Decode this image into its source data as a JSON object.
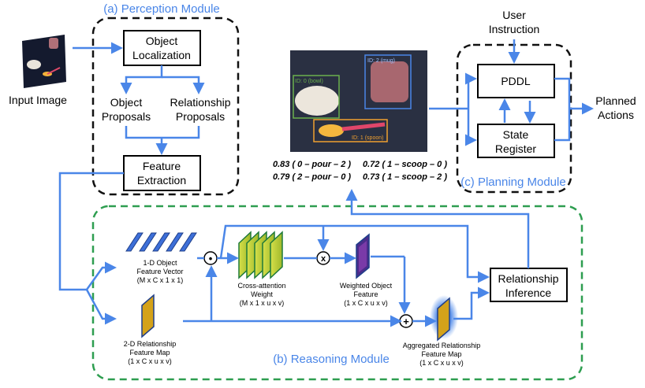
{
  "modules": {
    "perception": "(a) Perception Module",
    "reasoning": "(b) Reasoning Module",
    "planning": "(c) Planning Module"
  },
  "input_image_label": "Input Image",
  "perception": {
    "object_localization": [
      "Object",
      "Localization"
    ],
    "object_proposals": [
      "Object",
      "Proposals"
    ],
    "relationship_proposals": [
      "Relationship",
      "Proposals"
    ],
    "feature_extraction": [
      "Feature",
      "Extraction"
    ]
  },
  "detections": [
    {
      "label": "ID: 0 (bowl)",
      "color": "#6ab04c"
    },
    {
      "label": "ID: 2 (mug)",
      "color": "#4a86e8"
    },
    {
      "label": "ID: 1 (spoon)",
      "color": "#f0a030"
    }
  ],
  "scores": [
    "0.83 ( 0 – pour – 2 )",
    "0.72 ( 1 – scoop – 0 )",
    "0.79 ( 2 – pour – 0 )",
    "0.73 ( 1 – scoop – 2 )"
  ],
  "planning": {
    "user_instruction": [
      "User",
      "Instruction"
    ],
    "pddl": "PDDL",
    "state_register": [
      "State",
      "Register"
    ],
    "planned_actions": [
      "Planned",
      "Actions"
    ]
  },
  "reasoning": {
    "object_feature_vector": [
      "1-D Object",
      "Feature Vector",
      "(M x C x 1 x 1)"
    ],
    "relationship_feature_map": [
      "2-D Relationship",
      "Feature Map",
      "(1 x C x u x v)"
    ],
    "cross_attention": [
      "Cross-attention",
      "Weight",
      "(M x 1 x u x v)"
    ],
    "weighted_object_feature": [
      "Weighted Object",
      "Feature",
      "(1 x C x u x v)"
    ],
    "aggregated_feature_map": [
      "Aggregated Relationship",
      "Feature Map",
      "(1 x C x u x v)"
    ],
    "relationship_inference": [
      "Relationship",
      "Inference"
    ],
    "op_dot": "•",
    "op_multiply": "x",
    "op_plus": "+"
  },
  "colors": {
    "accent_blue": "#4a86e8",
    "dashed_black": "#111111",
    "dashed_green": "#2e9e50"
  }
}
